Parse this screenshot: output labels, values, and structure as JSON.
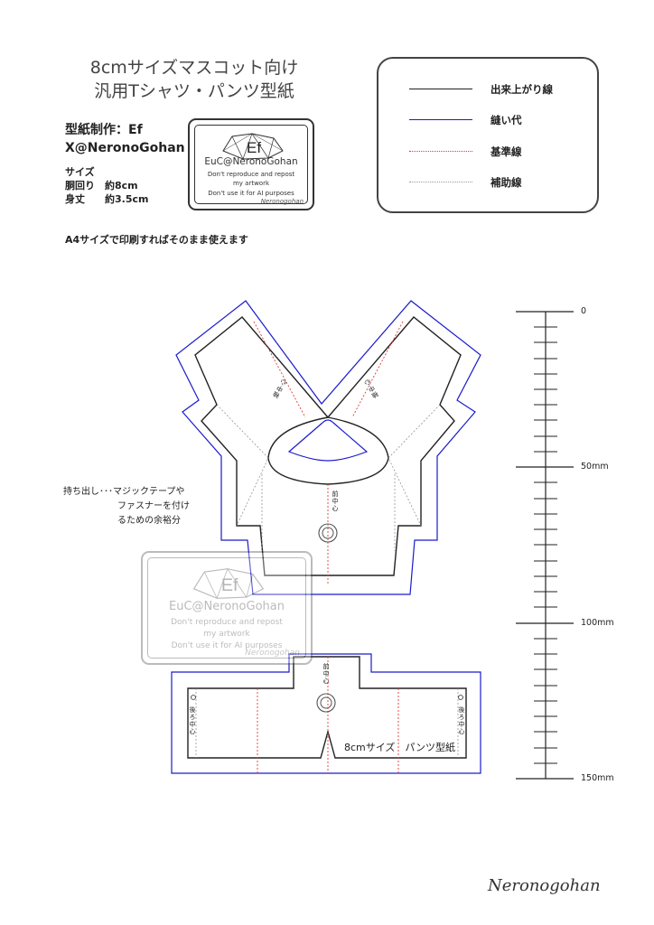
{
  "title": {
    "line1": "8cmサイズマスコット向け",
    "line2": "汎用Tシャツ・パンツ型紙"
  },
  "author": {
    "credit": "型紙制作：Ef",
    "handle": "X@NeronoGohan"
  },
  "specs": {
    "heading": "サイズ",
    "waist_label": "胴回り",
    "waist_value": "約8cm",
    "length_label": "身丈",
    "length_value": "約3.5cm"
  },
  "print_note": "A4サイズで印刷すればそのまま使えます",
  "stamp": {
    "logo_text": "Ef",
    "name": "EuC@NeronoGohan",
    "line1": "Don't reproduce and repost",
    "line2": "my artwork",
    "line3": "Don't use it for AI purposes",
    "signature": "Neronogohan"
  },
  "legend": {
    "items": [
      {
        "label": "出来上がり線",
        "color": "#222222",
        "style": "solid"
      },
      {
        "label": "縫い代",
        "color": "#1a1acc",
        "style": "solid"
      },
      {
        "label": "基準線",
        "color": "#e03a3a",
        "style": "dotted"
      },
      {
        "label": "補助線",
        "color": "#999999",
        "style": "dotted"
      }
    ]
  },
  "extension_note": {
    "line1": "持ち出し･･･マジックテープや",
    "line2": "ファスナーを付け",
    "line3": "るための余裕分"
  },
  "pattern_labels": {
    "left_sleeve": "袖中心",
    "right_sleeve": "袖中心",
    "front_center": "前中心",
    "back_center_left": "後ろ中心",
    "back_center_right": "後ろ中心",
    "pants_front": "前中心",
    "pants_caption": "8cmサイズ　パンツ型紙"
  },
  "ruler": {
    "ticks": [
      "0",
      "50mm",
      "100mm",
      "150mm"
    ]
  },
  "signature": "Neronogohan"
}
